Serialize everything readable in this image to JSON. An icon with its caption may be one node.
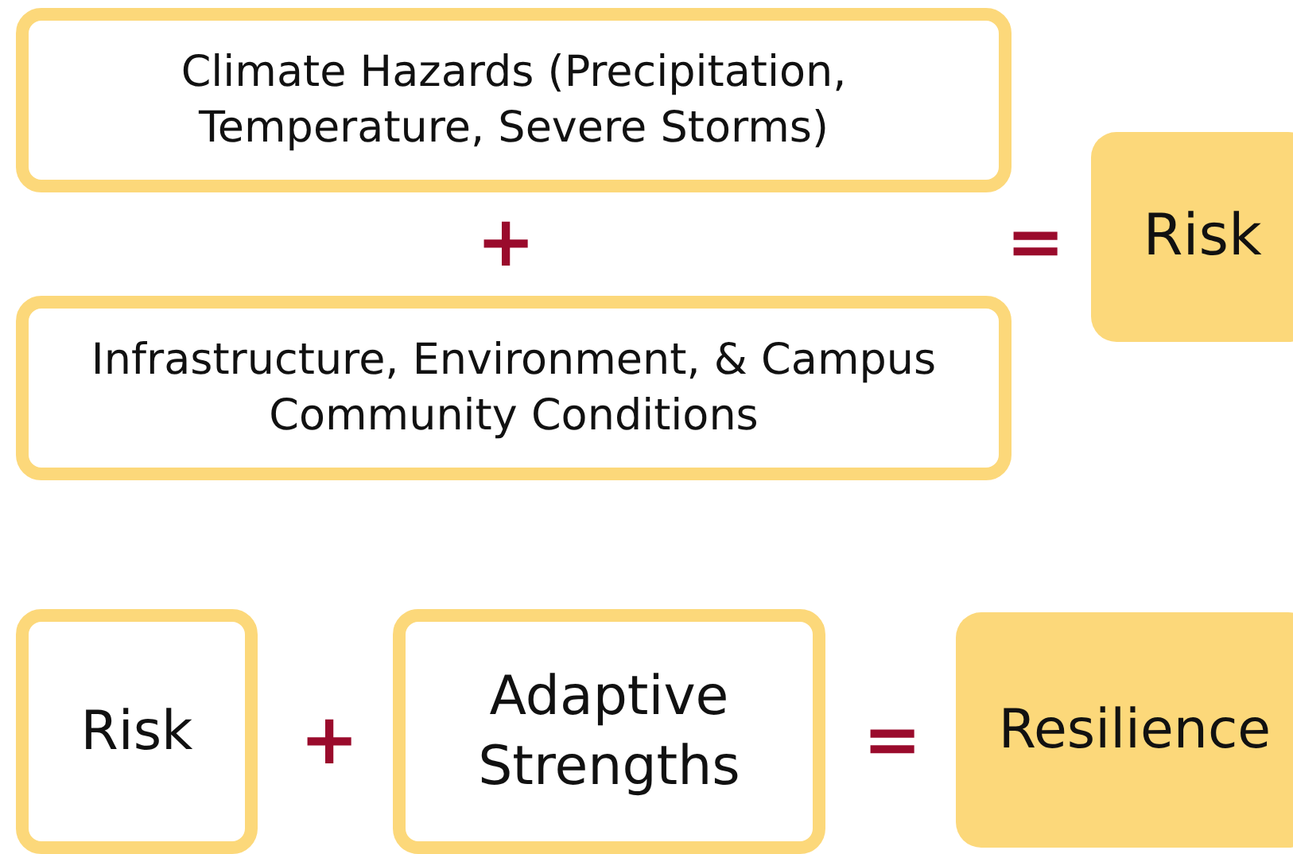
{
  "diagram": {
    "nodes": [
      {
        "text": [
          "Climate Hazards (Precipitation, Temperature, Severe Storms)"
        ]
      },
      {
        "text": [
          "Infrastructure, Environment, & Campus Community Conditions"
        ]
      },
      {
        "text": [
          "Risk"
        ]
      },
      {
        "text": [
          "Risk"
        ]
      },
      {
        "text": [
          "Adaptive Strengths"
        ]
      },
      {
        "text": [
          "Resilience"
        ]
      }
    ],
    "labels": [
      "+",
      "=",
      "+",
      "="
    ]
  }
}
